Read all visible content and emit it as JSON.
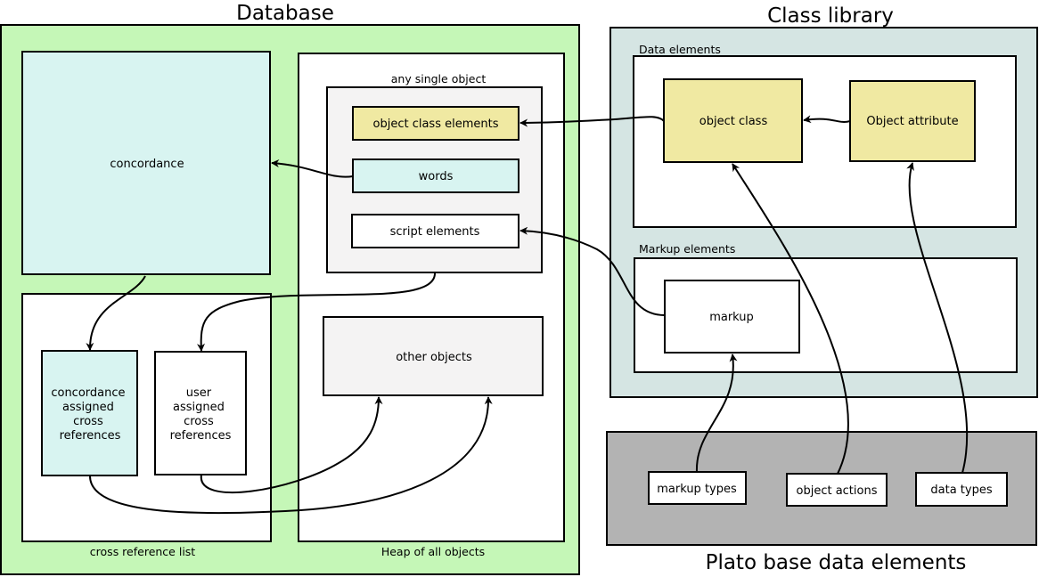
{
  "colors": {
    "green_region": "#c5f7b7",
    "teal_region": "#d5e5e3",
    "gray_region": "#b3b3b3",
    "cyan_box": "#d8f4f1",
    "yellow_box": "#f0e9a2",
    "light_gray_box": "#f4f3f3",
    "white_box": "#ffffff"
  },
  "database": {
    "title": "Database",
    "concordance": "concordance",
    "cross_reference_list": {
      "caption": "cross reference list",
      "concordance_refs": [
        "concordance",
        "assigned",
        "cross",
        "references"
      ],
      "user_refs": [
        "user",
        "assigned",
        "cross",
        "references"
      ]
    },
    "heap": {
      "caption": "Heap of all objects",
      "any_single_object": {
        "caption": "any single object",
        "object_class_elements": "object class elements",
        "words": "words",
        "script_elements": "script elements"
      },
      "other_objects": "other objects"
    }
  },
  "class_library": {
    "title": "Class library",
    "data_elements": {
      "caption": "Data elements",
      "object_class": "object class",
      "object_attribute": "Object attribute"
    },
    "markup_elements": {
      "caption": "Markup elements",
      "markup": "markup"
    }
  },
  "plato": {
    "title": "Plato base data elements",
    "markup_types": "markup types",
    "object_actions": "object actions",
    "data_types": "data types"
  }
}
